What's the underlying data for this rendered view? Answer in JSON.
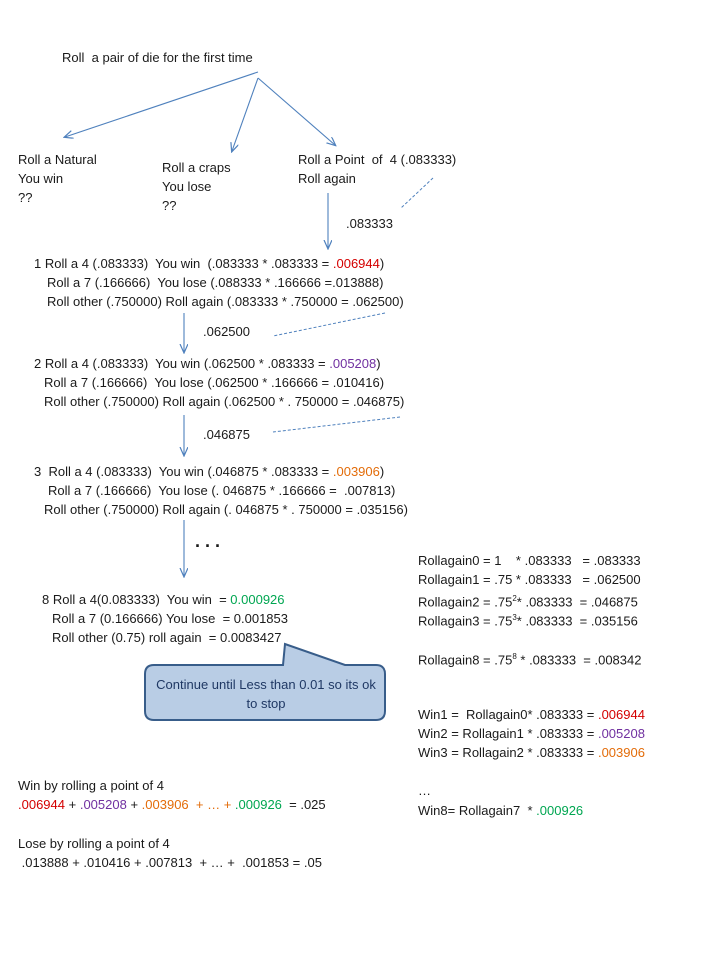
{
  "colors": {
    "arrow": "#4f81bd",
    "callout_fill": "#b9cde5",
    "callout_stroke": "#385d8a",
    "red": "#d40000",
    "purple": "#7030a0",
    "orange": "#e36c09",
    "green": "#00a651"
  },
  "root": "Roll  a pair of die for the first time",
  "branches": {
    "natural": [
      "Roll a Natural",
      "You win",
      "??"
    ],
    "craps": [
      "Roll a craps",
      "You lose",
      "??"
    ],
    "point": [
      "Roll a Point  of  4 (.083333)",
      "Roll again"
    ]
  },
  "carry": {
    "c0": ".083333",
    "c1": ".062500",
    "c2": ".046875"
  },
  "blocks": {
    "b1": {
      "l1a": "1 Roll a 4 (.083333)  You win  (.083333 * .083333 = ",
      "l1b": ".006944",
      "l1c": ")",
      "l2": "Roll a 7 (.166666)  You lose (.088333 * .166666 =.013888)",
      "l3": "Roll other (.750000) Roll again (.083333 * .750000 = .062500)"
    },
    "b2": {
      "l1a": "2 Roll a 4 (.083333)  You win (.062500 * .083333 = ",
      "l1b": ".005208",
      "l1c": ")",
      "l2": "Roll a 7 (.166666)  You lose (.062500 * .166666 = .010416)",
      "l3": "Roll other (.750000) Roll again (.062500 * . 750000 = .046875)"
    },
    "b3": {
      "l1a": "3  Roll a 4 (.083333)  You win (.046875 * .083333 = ",
      "l1b": ".003906",
      "l1c": ")",
      "l2": "Roll a 7 (.166666)  You lose (. 046875 * .166666 =  .007813)",
      "l3": "Roll other (.750000) Roll again (. 046875 * . 750000 = .035156)"
    },
    "ellipsis": ". . .",
    "b8": {
      "l1a": "8 Roll a 4(0.083333)  You win  = ",
      "l1b": "0.000926",
      "l2": "Roll a 7 (0.166666) You lose  = 0.001853",
      "l3": "Roll other (0.75) roll again  = 0.0083427"
    }
  },
  "callout": "Continue until Less than  0.01  so its ok to stop",
  "win_summary": {
    "title": "Win by rolling a point of 4",
    "t1": ".006944",
    "p1": " + ",
    "t2": ".005208",
    "p2": " + ",
    "t3": ".003906",
    "p3": "  + … + ",
    "t4": ".000926",
    "tail": "  = .025"
  },
  "lose_summary": {
    "title": "Lose by rolling a point of 4",
    "line": " .013888 + .010416 + .007813  + … +  .001853 = .05"
  },
  "right_panel": {
    "r0": "Rollagain0 = 1    * .083333   = .083333",
    "r1": "Rollagain1 = .75 * .083333   = .062500",
    "r2a": "Rollagain2 = .75",
    "r2sup": "2",
    "r2b": "* .083333  = .046875",
    "r3a": "Rollagain3 = .75",
    "r3sup": "3",
    "r3b": "* .083333  = .035156",
    "r8a": "Rollagain8 = .75",
    "r8sup": "8",
    "r8b": " * .083333  = .008342",
    "w1a": "Win1 =  Rollagain0* .083333 = ",
    "w1b": ".006944",
    "w2a": "Win2 = Rollagain1 * .083333 = ",
    "w2b": ".005208",
    "w3a": "Win3 = Rollagain2 * .083333 = ",
    "w3b": ".003906",
    "dots": "…",
    "w8a": "Win8= Rollagain7  * ",
    "w8b": ".000926"
  }
}
